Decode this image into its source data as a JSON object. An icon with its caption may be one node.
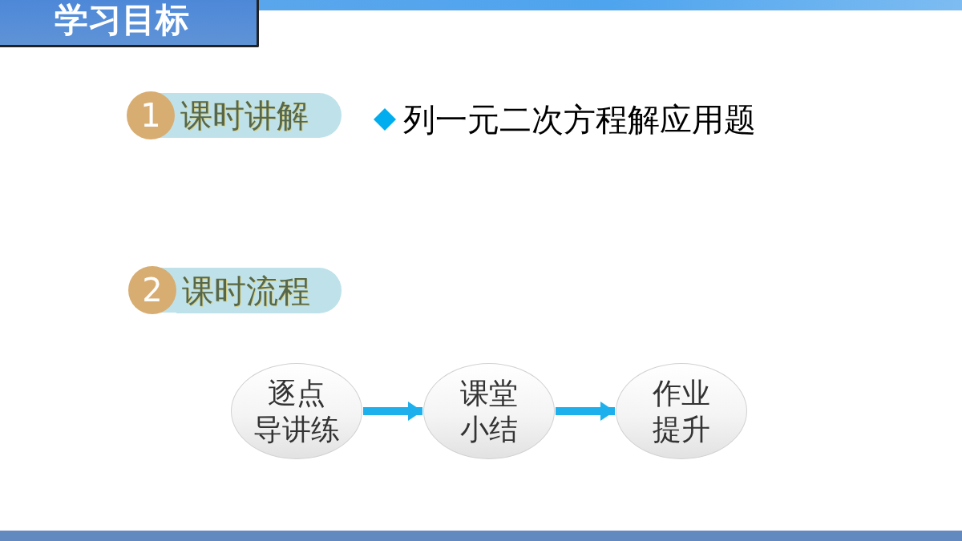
{
  "diagram": {
    "title": "学习目标",
    "nodes": [
      {
        "text": [
          "1"
        ]
      },
      {
        "text": [
          "课时讲解"
        ]
      },
      {
        "text": [
          "2"
        ]
      },
      {
        "text": [
          "课时流程"
        ]
      },
      {
        "text": [
          "逐点导讲练"
        ]
      },
      {
        "text": [
          "课堂小结"
        ]
      },
      {
        "text": [
          "作业提升"
        ]
      }
    ],
    "edges": [
      {
        "from": 4,
        "to": 5,
        "arrow": "to"
      },
      {
        "from": 5,
        "to": 6,
        "arrow": "to"
      }
    ],
    "labels": [
      "列一元二次方程解应用题"
    ]
  }
}
